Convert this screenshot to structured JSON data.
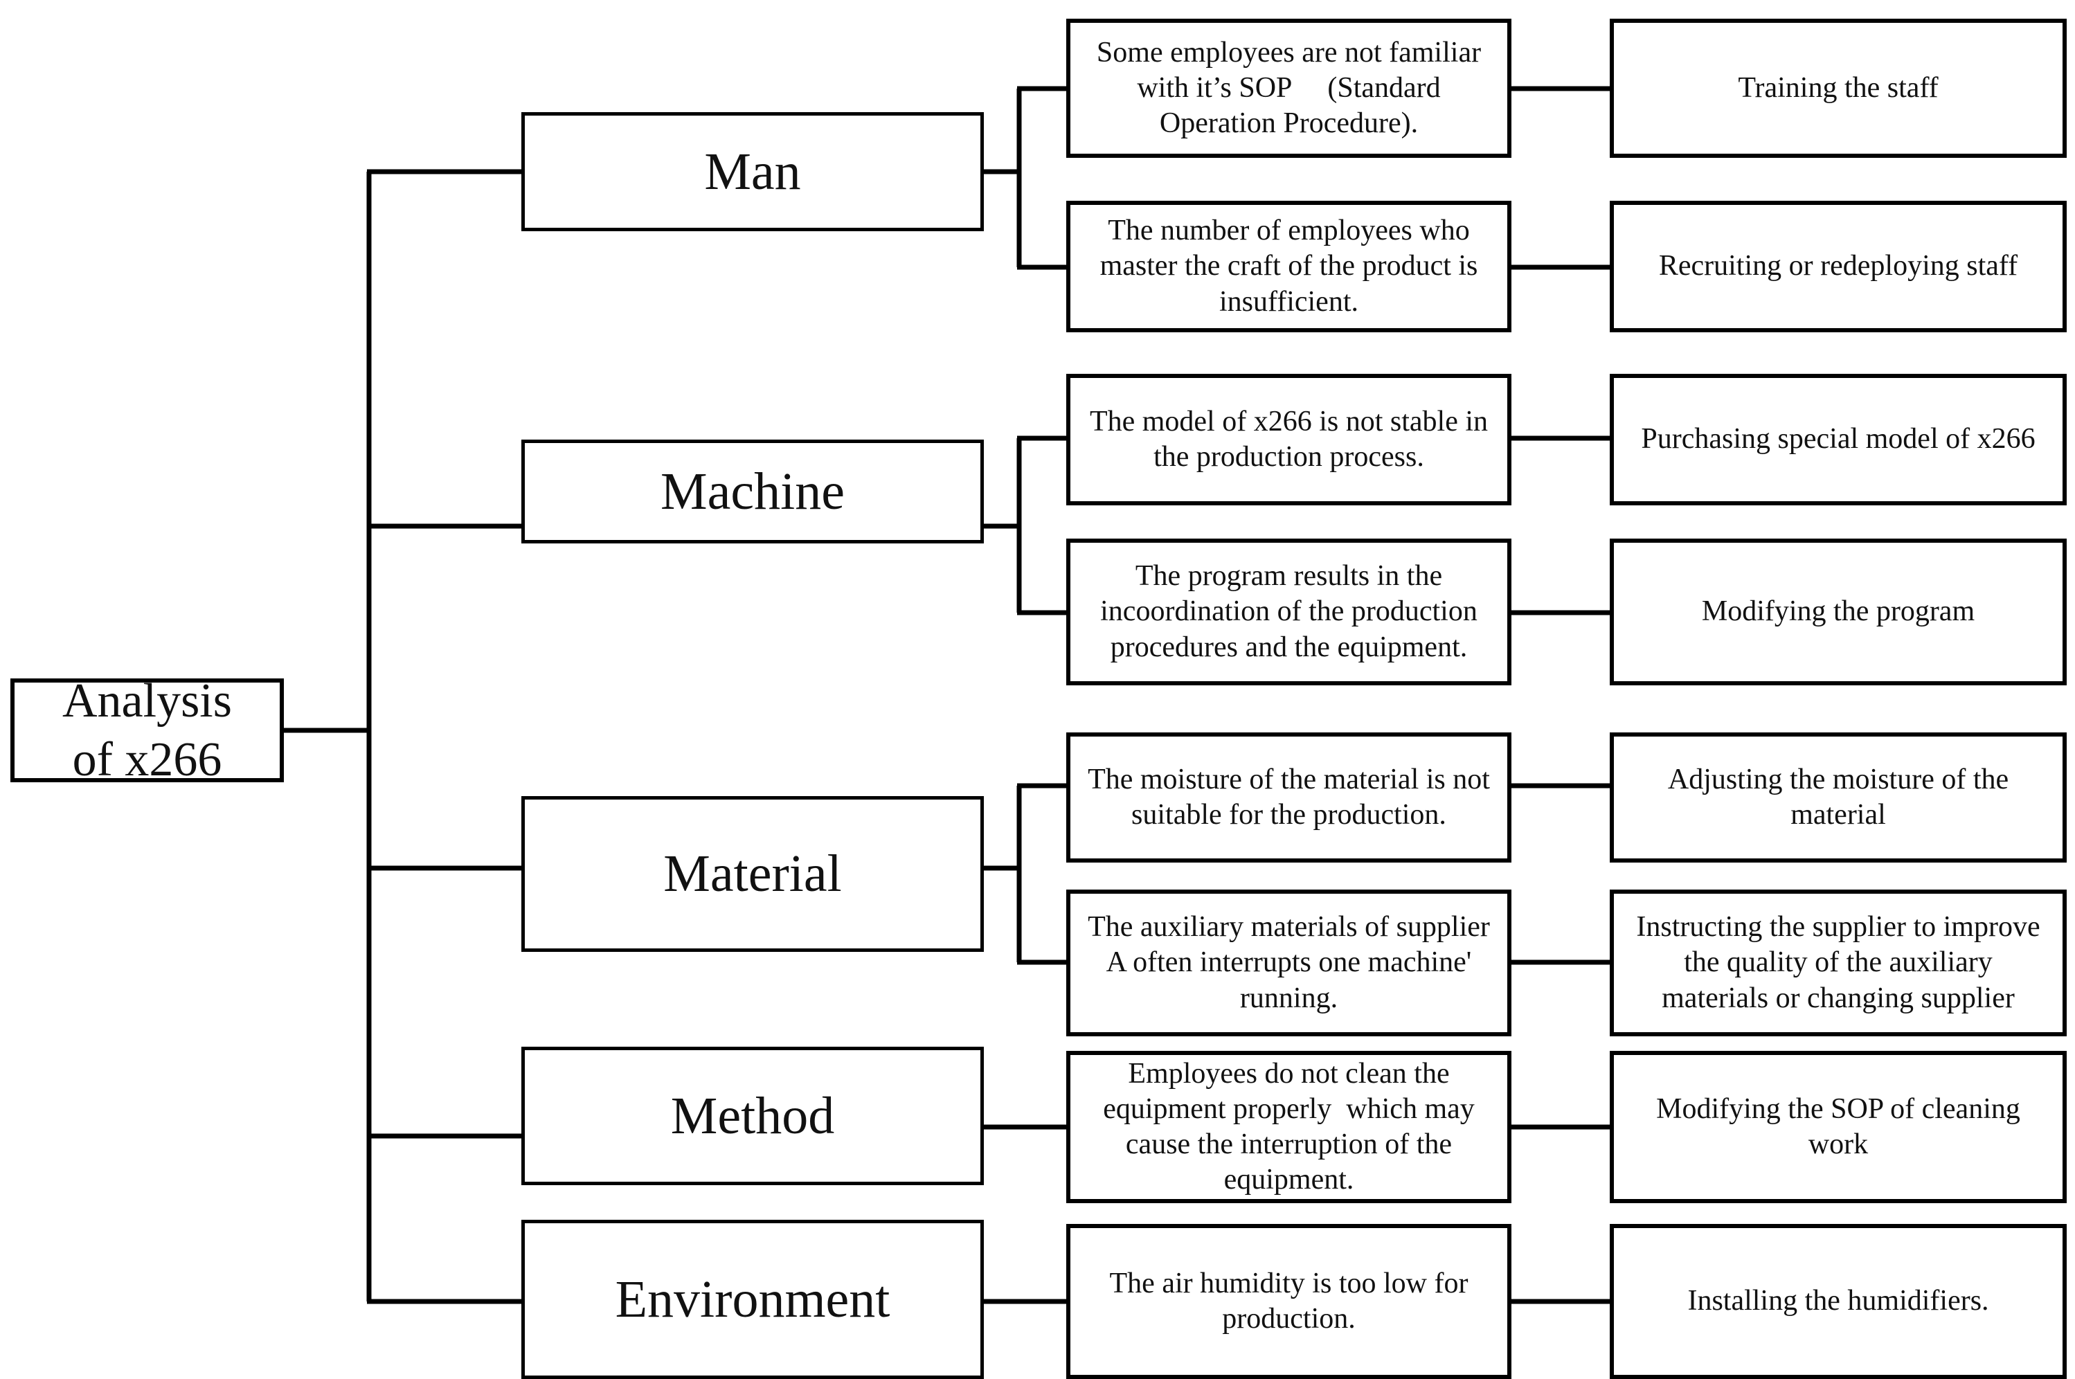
{
  "diagram": {
    "title": "Analysis of x266",
    "type": "cause-and-effect tree",
    "root": {
      "label": "Analysis\nof x266"
    },
    "column_roles": {
      "category": "Category",
      "cause": "Cause",
      "solution": "Solution"
    },
    "branches": [
      {
        "category": "Man",
        "items": [
          {
            "cause": "Some employees are not familiar\nwith it’s SOP 　(Standard\nOperation Procedure).",
            "solution": "Training the staff"
          },
          {
            "cause": "The number of employees who\nmaster the craft of the product is\ninsufficient.",
            "solution": "Recruiting or redeploying staff"
          }
        ]
      },
      {
        "category": "Machine",
        "items": [
          {
            "cause": "The model of x266 is not stable in\nthe production process.",
            "solution": "Purchasing special model of x266"
          },
          {
            "cause": "The program results in the\nincoordination of the production\nprocedures and the equipment.",
            "solution": "Modifying the program"
          }
        ]
      },
      {
        "category": "Material",
        "items": [
          {
            "cause": "The moisture of the material is not\nsuitable for the production.",
            "solution": "Adjusting the moisture of the\nmaterial"
          },
          {
            "cause": "The auxiliary materials of supplier\nA often interrupts one machine'\nrunning.",
            "solution": "Instructing the supplier to improve\nthe quality of the auxiliary\nmaterials or changing supplier"
          }
        ]
      },
      {
        "category": "Method",
        "items": [
          {
            "cause": "Employees do not clean the\nequipment properly  which may\ncause the interruption of the\nequipment.",
            "solution": "Modifying the SOP of cleaning\nwork"
          }
        ]
      },
      {
        "category": "Environment",
        "items": [
          {
            "cause": "The air humidity is too low for\nproduction.",
            "solution": "Installing the humidifiers."
          }
        ]
      }
    ],
    "colors": {
      "stroke": "#000000",
      "fill": "#ffffff",
      "text": "#111111"
    }
  }
}
